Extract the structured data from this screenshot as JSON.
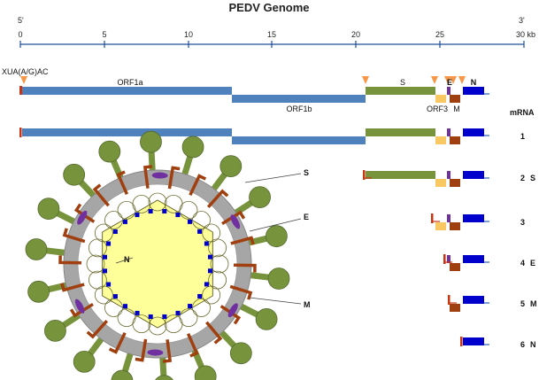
{
  "title": "PEDV Genome",
  "axis": {
    "five_prime": "5'",
    "three_prime": "3'",
    "ticks": [
      "0",
      "5",
      "10",
      "15",
      "20",
      "25",
      "30 kb"
    ]
  },
  "sequence_label": "XUA(A/G)AC",
  "genes": {
    "orf1a": "ORF1a",
    "orf1b": "ORF1b",
    "s": "S",
    "e": "E",
    "m": "M",
    "n": "N",
    "orf3": "ORF3"
  },
  "mrna_header": "mRNA",
  "transcripts": [
    {
      "num": "1",
      "gene": ""
    },
    {
      "num": "2",
      "gene": "S"
    },
    {
      "num": "3",
      "gene": ""
    },
    {
      "num": "4",
      "gene": "E"
    },
    {
      "num": "5",
      "gene": "M"
    },
    {
      "num": "6",
      "gene": "N"
    }
  ],
  "virion_labels": {
    "s": "S",
    "e": "E",
    "m": "M",
    "n": "N"
  },
  "colors": {
    "orf1": "#4f81bd",
    "s": "#77933c",
    "orf3": "#fac863",
    "e": "#7030a0",
    "m": "#a04010",
    "n": "#0000cc",
    "leader": "#cc3311",
    "marker": "#f79646",
    "axis": "#1f4e9a",
    "envelope": "#a6a6a6",
    "capsid": "#ffff99"
  }
}
